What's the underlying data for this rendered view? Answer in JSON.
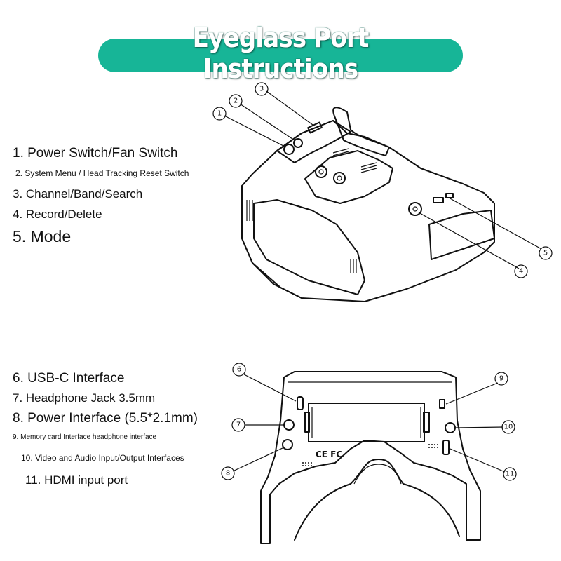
{
  "title": "Eyeglass Port Instructions",
  "colors": {
    "banner": "#17b597"
  },
  "labels": {
    "item1": "1. Power Switch/Fan Switch",
    "item2": "2. System Menu / Head Tracking Reset Switch",
    "item3": "3. Channel/Band/Search",
    "item4": "4. Record/Delete",
    "item5": "5. Mode",
    "item6": "6. USB-C Interface",
    "item7": "7. Headphone Jack 3.5mm",
    "item8": "8. Power Interface (5.5*2.1mm)",
    "item9": "9. Memory card Interface headphone interface",
    "item10": "10. Video and Audio Input/Output Interfaces",
    "item11": "11. HDMI input port"
  },
  "callouts": {
    "top": [
      "1",
      "2",
      "3",
      "4",
      "5"
    ],
    "bottom": [
      "6",
      "7",
      "8",
      "9",
      "10",
      "11"
    ]
  },
  "device_markings": [
    "CE FC"
  ]
}
